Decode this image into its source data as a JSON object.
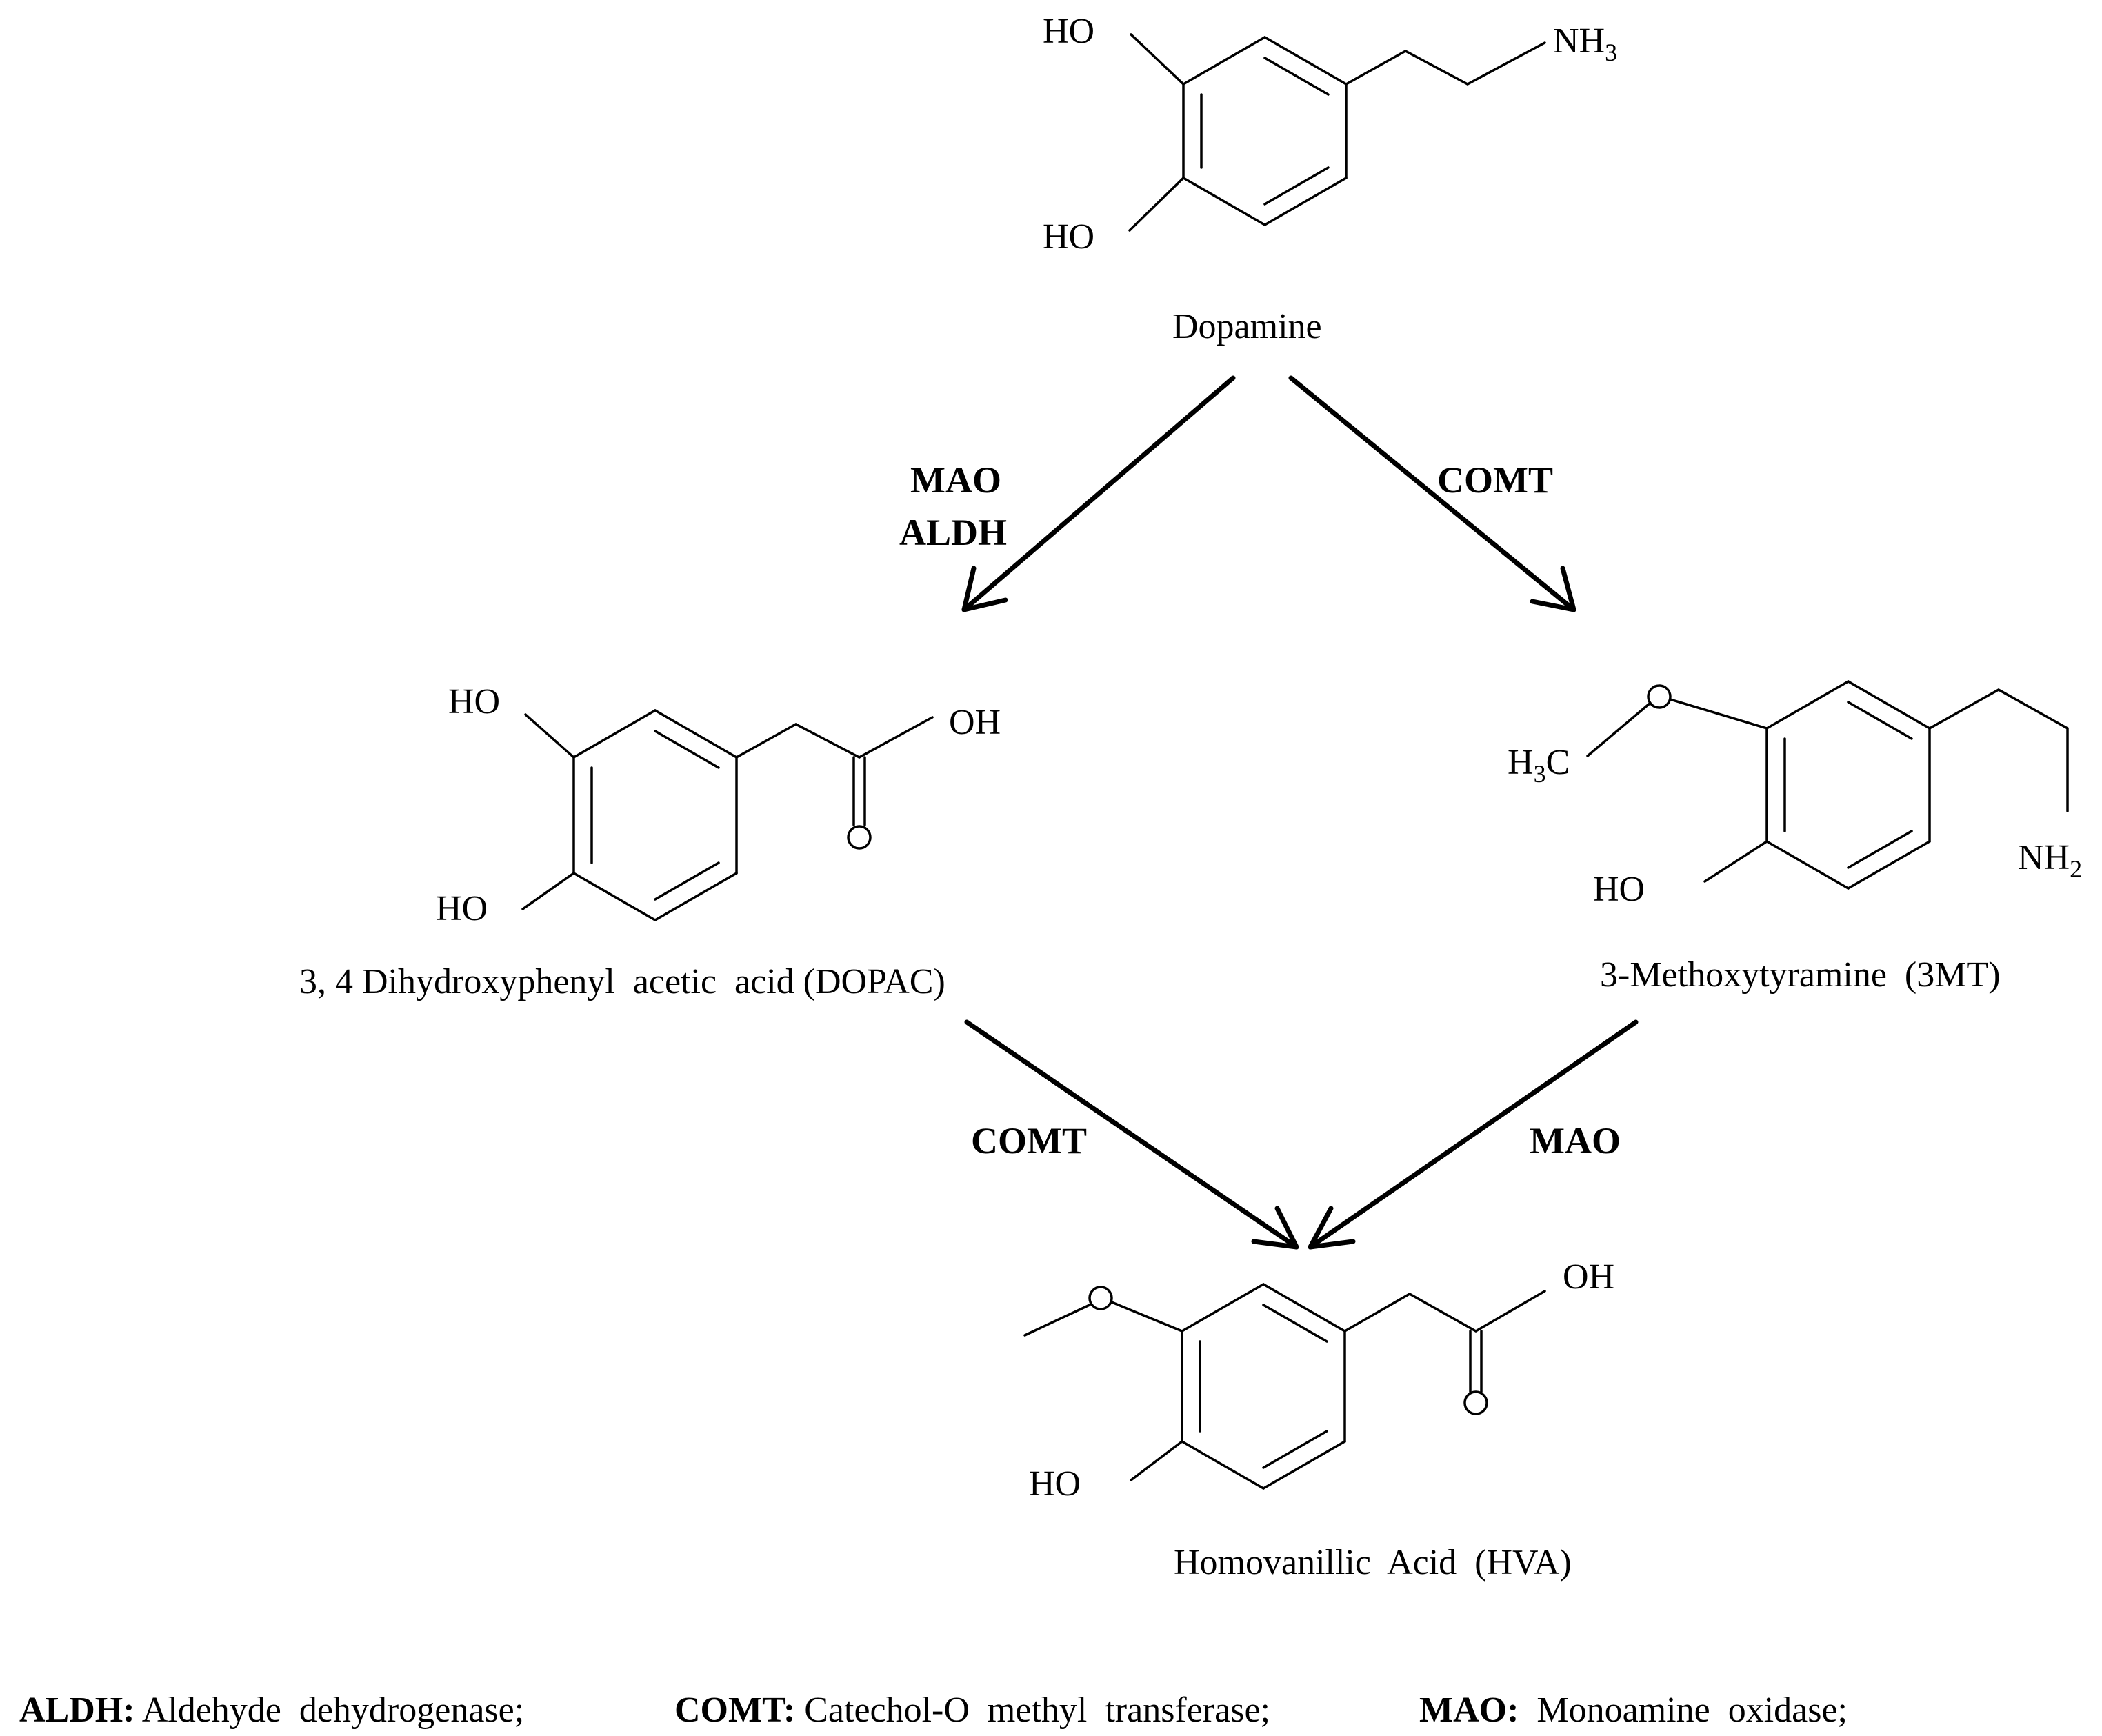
{
  "molecules": {
    "dopamine": {
      "name": "Dopamine",
      "ho_top": "HO",
      "ho_bottom": "HO",
      "nh_main": "NH",
      "nh_sub": "3"
    },
    "dopac": {
      "name": "3, 4 Dihydroxyphenyl  acetic  acid (DOPAC)",
      "ho_top": "HO",
      "ho_bottom": "HO",
      "oh": "OH"
    },
    "mt3": {
      "name": "3-Methoxytyramine  (3MT)",
      "h3c_h": "H",
      "h3c_sub": "3",
      "h3c_c": "C",
      "ho": "HO",
      "nh_main": "NH",
      "nh_sub": "2"
    },
    "hva": {
      "name": "Homovanillic  Acid  (HVA)",
      "oh": "OH",
      "ho": "HO"
    }
  },
  "enzymes": {
    "left_top_1": "MAO",
    "left_top_2": "ALDH",
    "right_top": "COMT",
    "left_bottom": "COMT",
    "right_bottom": "MAO"
  },
  "legend": {
    "aldh_key": "ALDH:",
    "aldh_text": " Aldehyde  dehydrogenase;",
    "comt_key": "COMT:",
    "comt_text": " Catechol-O  methyl  transferase;",
    "mao_key": "MAO:",
    "mao_text": "  Monoamine  oxidase;"
  }
}
